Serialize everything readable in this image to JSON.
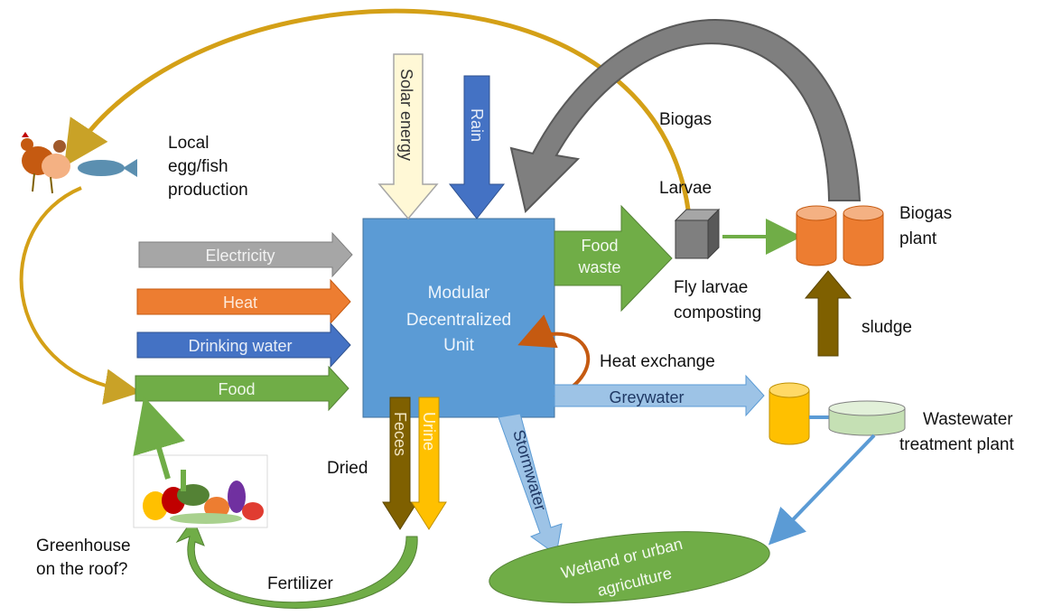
{
  "central_unit": {
    "line1": "Modular",
    "line2": "Decentralized",
    "line3": "Unit"
  },
  "inputs": [
    {
      "label": "Electricity",
      "color": "#a6a6a6"
    },
    {
      "label": "Heat",
      "color": "#ed7d31"
    },
    {
      "label": "Drinking water",
      "color": "#4472c4"
    },
    {
      "label": "Food",
      "color": "#70ad47"
    }
  ],
  "top_inputs": {
    "solar": {
      "label": "Solar energy",
      "color": "#fff8d6"
    },
    "rain": {
      "label": "Rain",
      "color": "#4472c4"
    }
  },
  "outputs": {
    "food_waste": {
      "line1": "Food",
      "line2": "waste",
      "color": "#70ad47"
    },
    "greywater": {
      "label": "Greywater",
      "color": "#9dc3e6"
    },
    "stormwater": {
      "label": "Stormwater",
      "color": "#9dc3e6"
    },
    "feces": {
      "label": "Feces",
      "color": "#7f6000"
    },
    "urine": {
      "label": "Urine",
      "color": "#ffc000"
    }
  },
  "labels": {
    "local_production": [
      "Local",
      "egg/fish",
      "production"
    ],
    "biogas": "Biogas",
    "larvae": "Larvae",
    "fly_larvae": [
      "Fly larvae",
      "composting"
    ],
    "biogas_plant": [
      "Biogas",
      "plant"
    ],
    "sludge": "sludge",
    "heat_exchange": "Heat exchange",
    "wastewater_plant": [
      "Wastewater",
      "treatment plant"
    ],
    "dried": "Dried",
    "fertilizer": "Fertilizer",
    "greenhouse": [
      "Greenhouse",
      "on the roof?"
    ],
    "wetland": [
      "Wetland or urban",
      "agriculture"
    ]
  }
}
